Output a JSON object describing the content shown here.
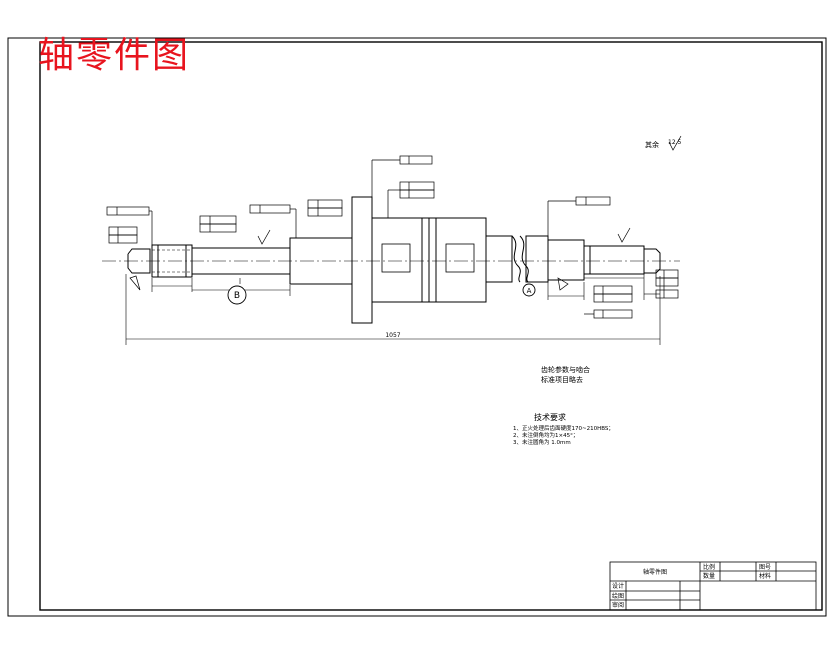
{
  "overlay_title": "轴零件图",
  "surface_note": "其余",
  "surface_value": "12.5",
  "shaft_length": "1057",
  "section_label_left": "B",
  "section_label_mid": "A",
  "notes_center": [
    "齿轮参数与啮合",
    "标准项目略去"
  ],
  "tech_req": {
    "title": "技术要求",
    "items": [
      "1、正火处理后齿面硬度170~210HBS；",
      "2、未注倒角均为1×45°；",
      "3、未注圆角为 1.0mm"
    ]
  },
  "title_block": {
    "part_name": "轴零件图",
    "material_label": "比例",
    "quantity_label": "数量",
    "drawing_no_label": "图号",
    "weight_label": "材料",
    "designer_label": "设计",
    "drafter_label": "绘图",
    "reviewer_label": "审阅"
  },
  "colors": {
    "line": "#000000",
    "red": "#e8141e",
    "blue": "#3050c0"
  }
}
